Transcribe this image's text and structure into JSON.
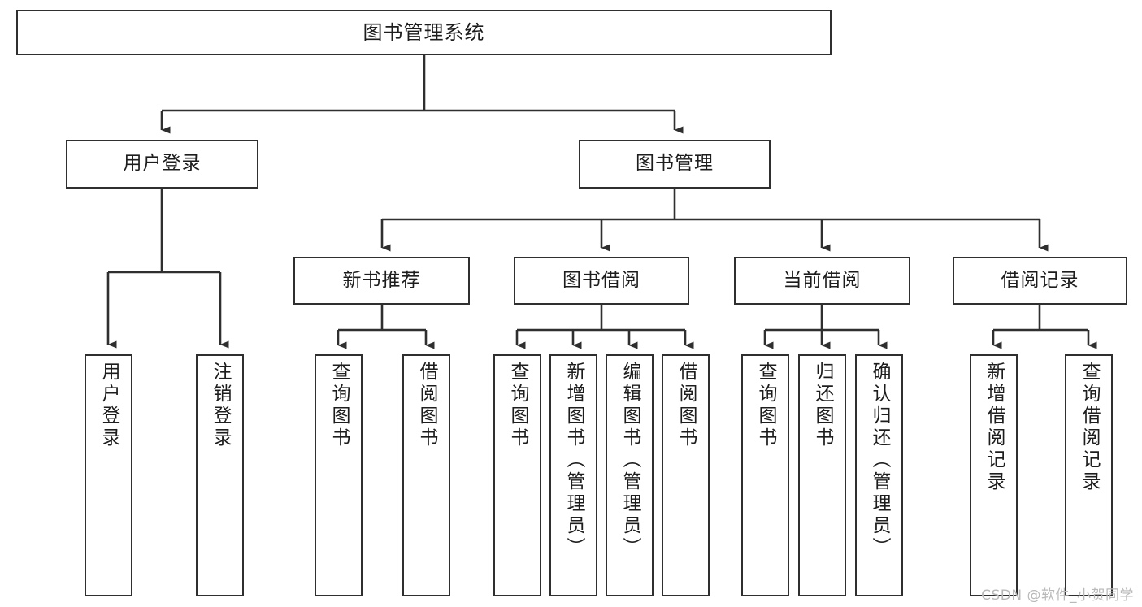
{
  "diagram": {
    "title": "图书管理系统",
    "type": "tree",
    "watermark": "CSDN @软件_小贺同学",
    "colors": {
      "border": "#2f2f2f",
      "background": "#ffffff",
      "text": "#1d1d1d",
      "connector": "#2f2f2f",
      "watermark": "#b9b9b9"
    },
    "nodes": {
      "root": {
        "label": "图书管理系统"
      },
      "level2": [
        {
          "id": "user-login",
          "label": "用户登录"
        },
        {
          "id": "book-manage",
          "label": "图书管理"
        }
      ],
      "level3": [
        {
          "id": "new-book-recommend",
          "label": "新书推荐"
        },
        {
          "id": "book-borrow",
          "label": "图书借阅"
        },
        {
          "id": "current-borrow",
          "label": "当前借阅"
        },
        {
          "id": "borrow-record",
          "label": "借阅记录"
        }
      ],
      "leaves": {
        "user-login": [
          {
            "id": "login",
            "label": "用户登录"
          },
          {
            "id": "logout",
            "label": "注销登录"
          }
        ],
        "new-book-recommend": [
          {
            "id": "query-book-1",
            "label": "查询图书"
          },
          {
            "id": "borrow-book-1",
            "label": "借阅图书"
          }
        ],
        "book-borrow": [
          {
            "id": "query-book-2",
            "label": "查询图书"
          },
          {
            "id": "add-book",
            "label": "新增图书（管理员）"
          },
          {
            "id": "edit-book",
            "label": "编辑图书（管理员）"
          },
          {
            "id": "borrow-book-2",
            "label": "借阅图书"
          }
        ],
        "current-borrow": [
          {
            "id": "query-book-3",
            "label": "查询图书"
          },
          {
            "id": "return-book",
            "label": "归还图书"
          },
          {
            "id": "confirm-return",
            "label": "确认归还（管理员）"
          }
        ],
        "borrow-record": [
          {
            "id": "add-record",
            "label": "新增借阅记录"
          },
          {
            "id": "query-record",
            "label": "查询借阅记录"
          }
        ]
      }
    }
  }
}
